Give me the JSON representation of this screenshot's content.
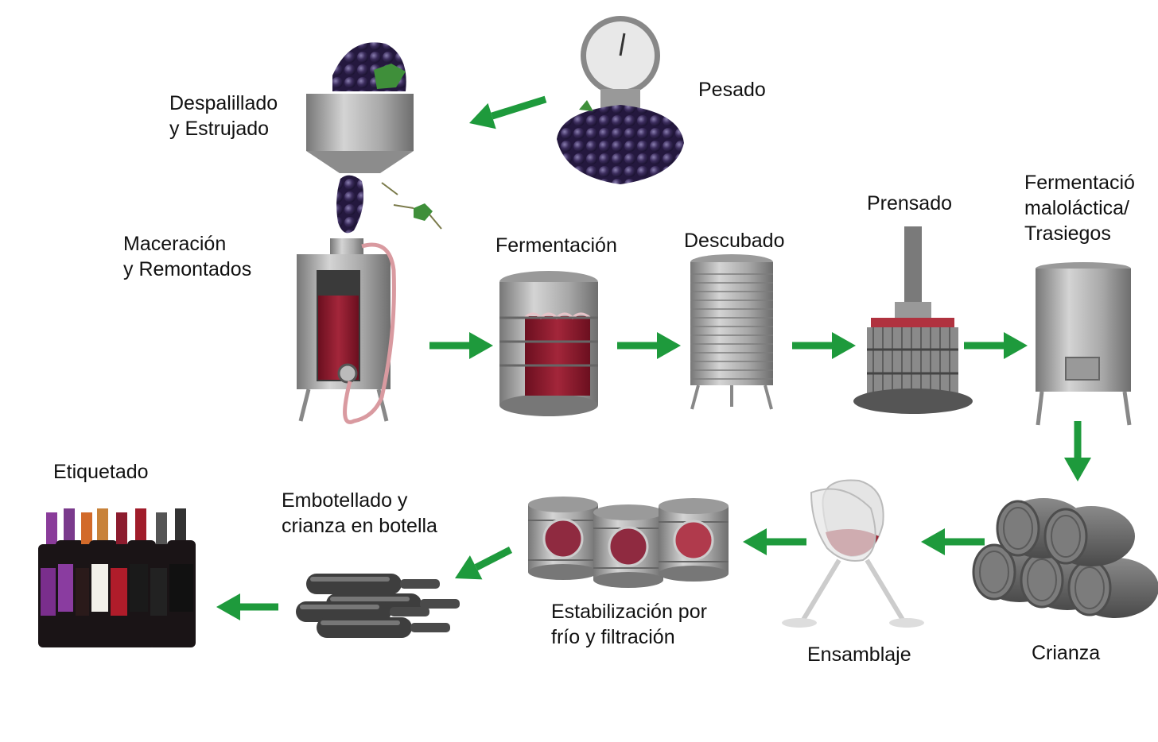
{
  "colors": {
    "arrow": "#1e9a3c",
    "wine": "#8c1c2e",
    "steel": "#a6a6a6",
    "grape": "#3a2c5a",
    "leaf": "#3f8f3a"
  },
  "steps": {
    "pesado": {
      "lines": [
        "Pesado"
      ],
      "icon": "scale-icon"
    },
    "despalillado": {
      "lines": [
        "Despalillado",
        "y Estrujado"
      ],
      "icon": "destemmer-hopper-icon"
    },
    "maceracion": {
      "lines": [
        "Maceración",
        "y Remontados"
      ],
      "icon": "maceration-tank-icon"
    },
    "fermentacion": {
      "lines": [
        "Fermentación"
      ],
      "icon": "fermentation-tank-icon"
    },
    "descubado": {
      "lines": [
        "Descubado"
      ],
      "icon": "tank-icon"
    },
    "prensado": {
      "lines": [
        "Prensado"
      ],
      "icon": "press-icon"
    },
    "malolactica": {
      "lines": [
        "Fermentació",
        "maloláctica/",
        "Trasiegos"
      ],
      "icon": "steel-tank-icon"
    },
    "crianza": {
      "lines": [
        "Crianza"
      ],
      "icon": "barrels-icon"
    },
    "ensamblaje": {
      "lines": [
        "Ensamblaje"
      ],
      "icon": "wine-glasses-icon"
    },
    "estabilizacion": {
      "lines": [
        "Estabilización por",
        "frío y filtración"
      ],
      "icon": "filter-tanks-icon"
    },
    "embotellado": {
      "lines": [
        "Embotellado y",
        "crianza en botella"
      ],
      "icon": "bottles-lying-icon"
    },
    "etiquetado": {
      "lines": [
        "Etiquetado"
      ],
      "icon": "labeled-bottles-icon"
    }
  }
}
